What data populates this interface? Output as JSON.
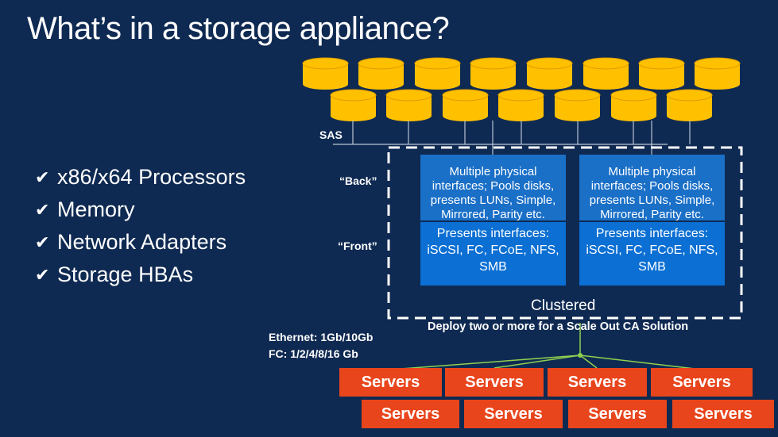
{
  "title": "What’s in a storage appliance?",
  "bullets": [
    "x86/x64 Processors",
    "Memory",
    "Network Adapters",
    "Storage HBAs"
  ],
  "labels": {
    "sas": "SAS",
    "back": "“Back”",
    "front": "“Front”",
    "clustered": "Clustered",
    "deploy": "Deploy two or more for a Scale Out CA Solution",
    "ethernet": "Ethernet: 1Gb/10Gb",
    "fc": "FC: 1/2/4/8/16 Gb"
  },
  "nodes": [
    {
      "back": [
        "Multiple physical",
        "interfaces; Pools disks,",
        "presents LUNs, Simple,",
        "Mirrored, Parity etc."
      ],
      "front": [
        "Presents interfaces:",
        "iSCSI, FC, FCoE, NFS,",
        "SMB"
      ]
    },
    {
      "back": [
        "Multiple physical",
        "interfaces; Pools disks,",
        "presents LUNs, Simple,",
        "Mirrored, Parity etc."
      ],
      "front": [
        "Presents interfaces:",
        "iSCSI, FC, FCoE, NFS,",
        "SMB"
      ]
    }
  ],
  "servers": [
    "Servers",
    "Servers",
    "Servers",
    "Servers",
    "Servers",
    "Servers",
    "Servers",
    "Servers"
  ],
  "colors": {
    "background": "#0f2a52",
    "disk": "#ffc000",
    "node": "#1a6fc7",
    "server": "#e8451c",
    "link": "#8fd14f"
  }
}
